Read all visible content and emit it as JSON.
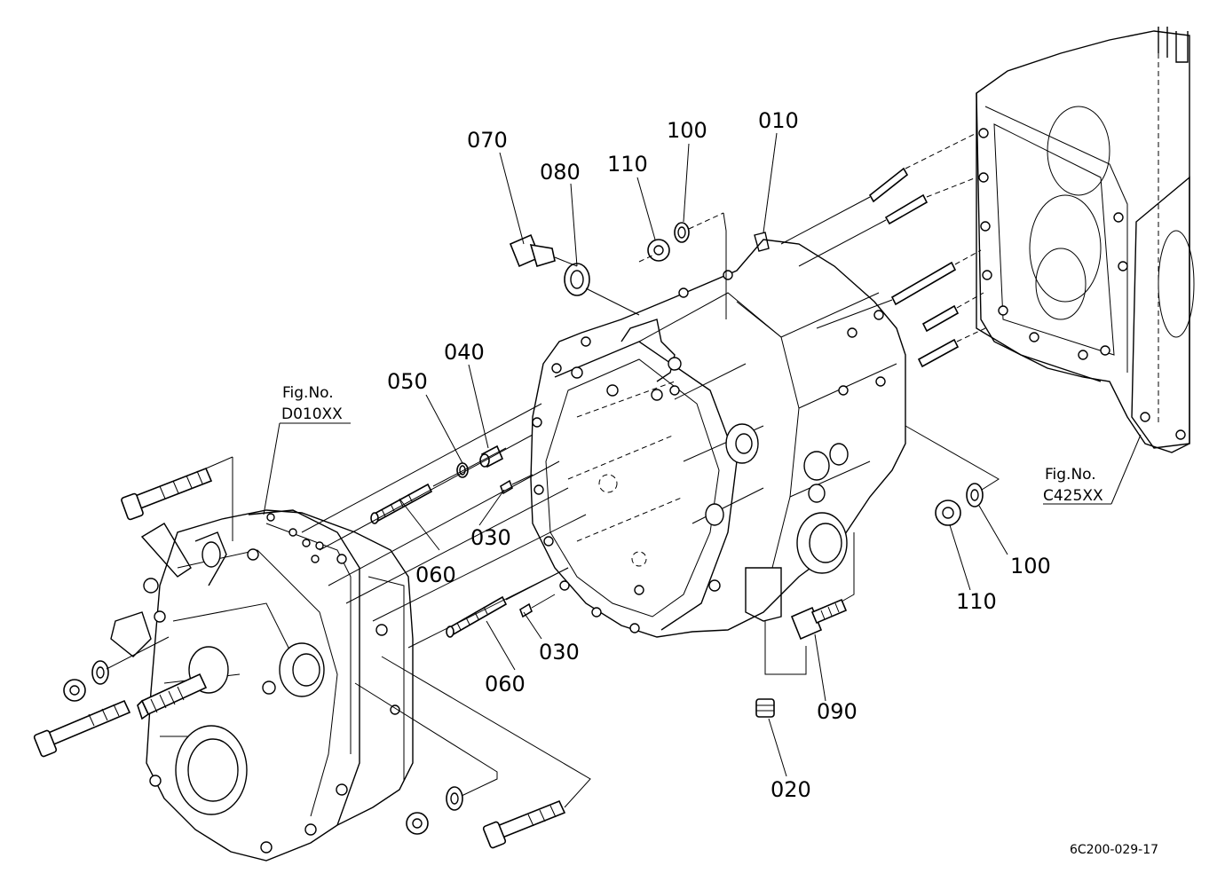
{
  "callouts": {
    "c010": "010",
    "c020": "020",
    "c030a": "030",
    "c030b": "030",
    "c040": "040",
    "c050": "050",
    "c060a": "060",
    "c060b": "060",
    "c070": "070",
    "c080": "080",
    "c090": "090",
    "c100a": "100",
    "c100b": "100",
    "c110a": "110",
    "c110b": "110"
  },
  "figrefs": {
    "left": {
      "title": "Fig.No.",
      "code": "D010XX"
    },
    "right": {
      "title": "Fig.No.",
      "code": "C425XX"
    }
  },
  "drawing_code": "6C200-029-17"
}
